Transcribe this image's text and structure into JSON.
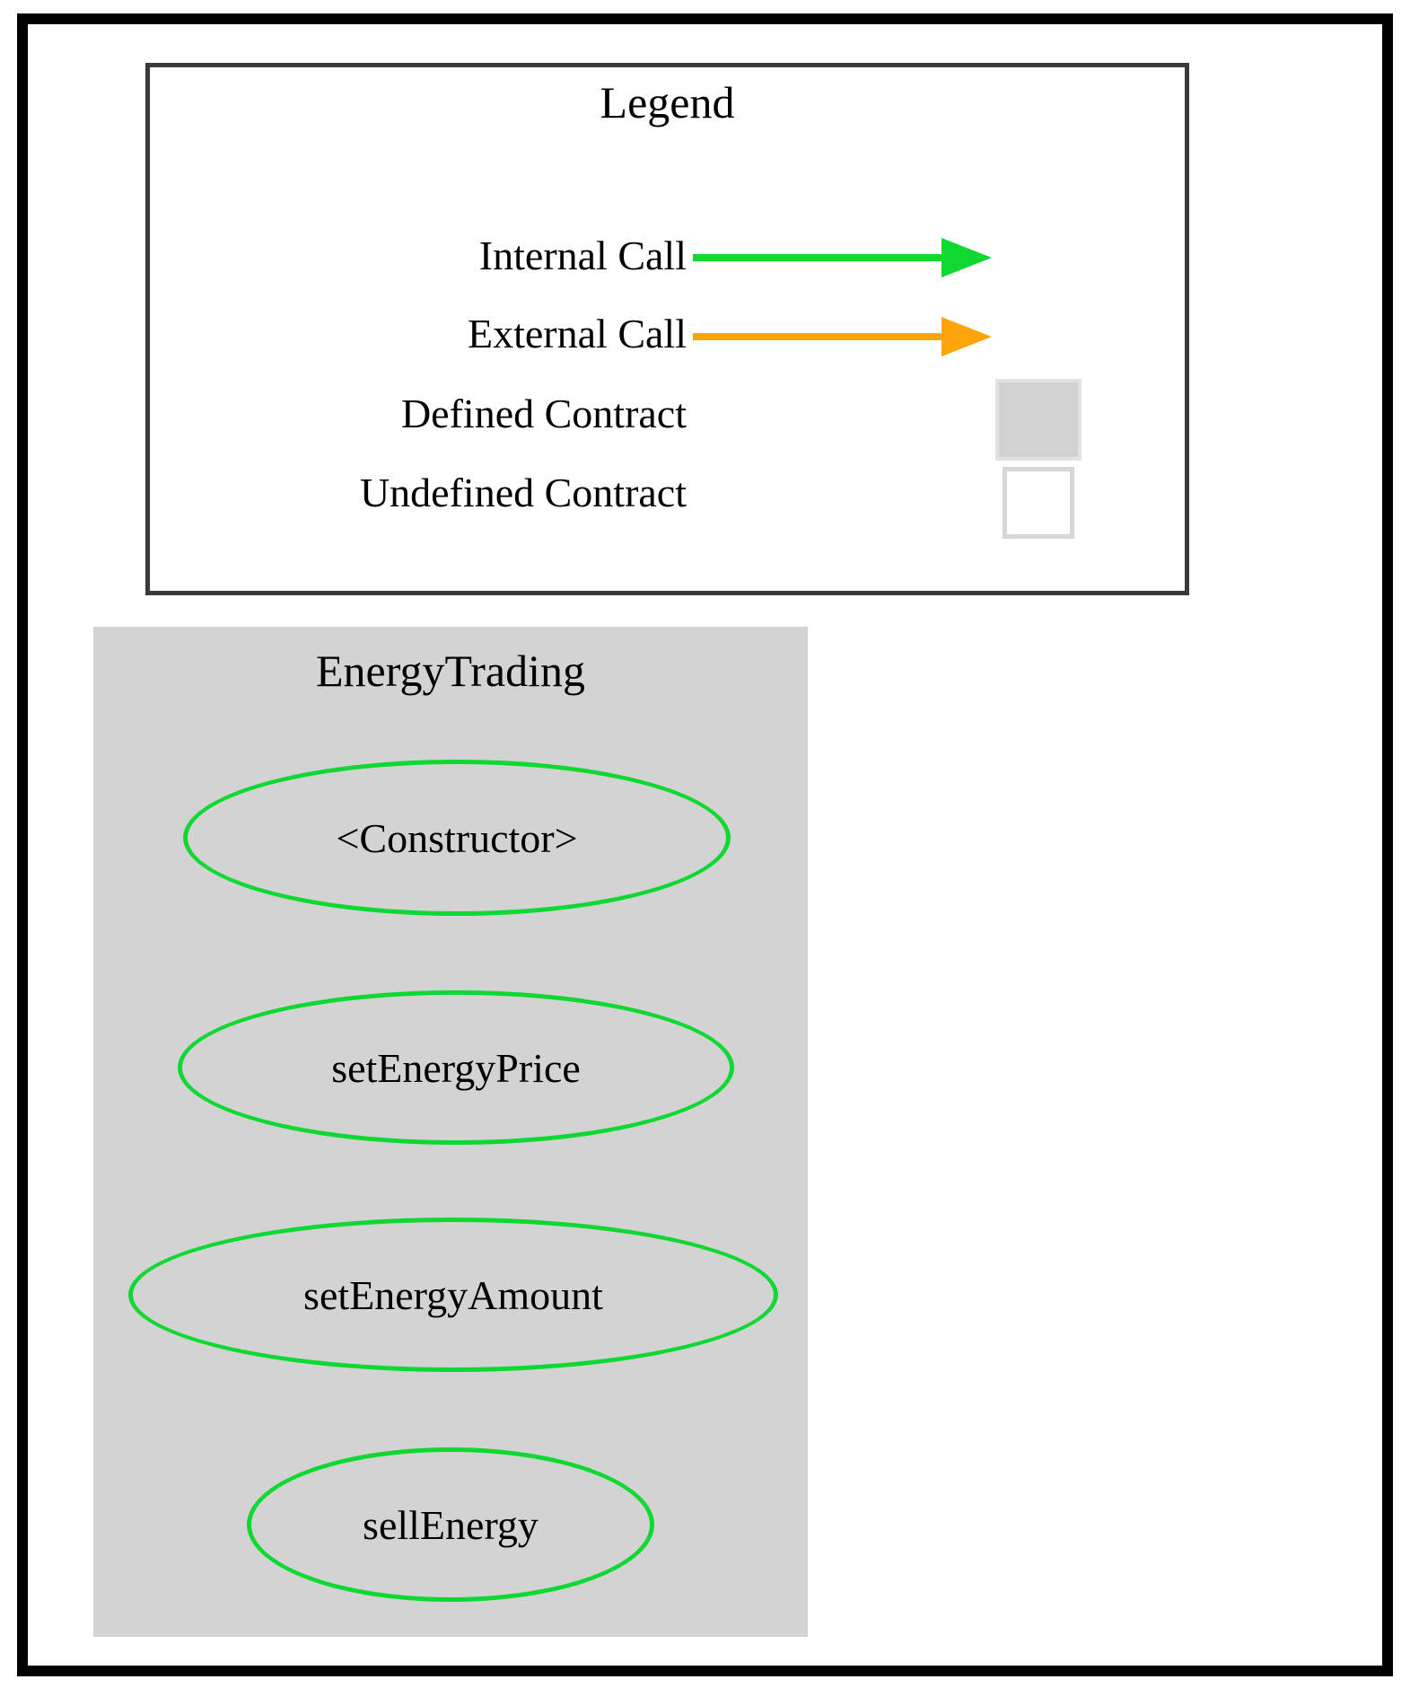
{
  "legend": {
    "title": "Legend",
    "items": [
      {
        "label": "Internal Call",
        "kind": "internal-call-arrow",
        "color": "#10d832"
      },
      {
        "label": "External Call",
        "kind": "external-call-arrow",
        "color": "#ffa40a"
      },
      {
        "label": "Defined Contract",
        "kind": "defined-contract-swatch",
        "color": "#d2d2d2"
      },
      {
        "label": "Undefined Contract",
        "kind": "undefined-contract-swatch",
        "color": "#ffffff"
      }
    ]
  },
  "contract": {
    "name": "EnergyTrading",
    "fill": "#d3d3d3",
    "node_stroke": "#10d832",
    "functions": [
      "<Constructor>",
      "setEnergyPrice",
      "setEnergyAmount",
      "sellEnergy"
    ]
  }
}
